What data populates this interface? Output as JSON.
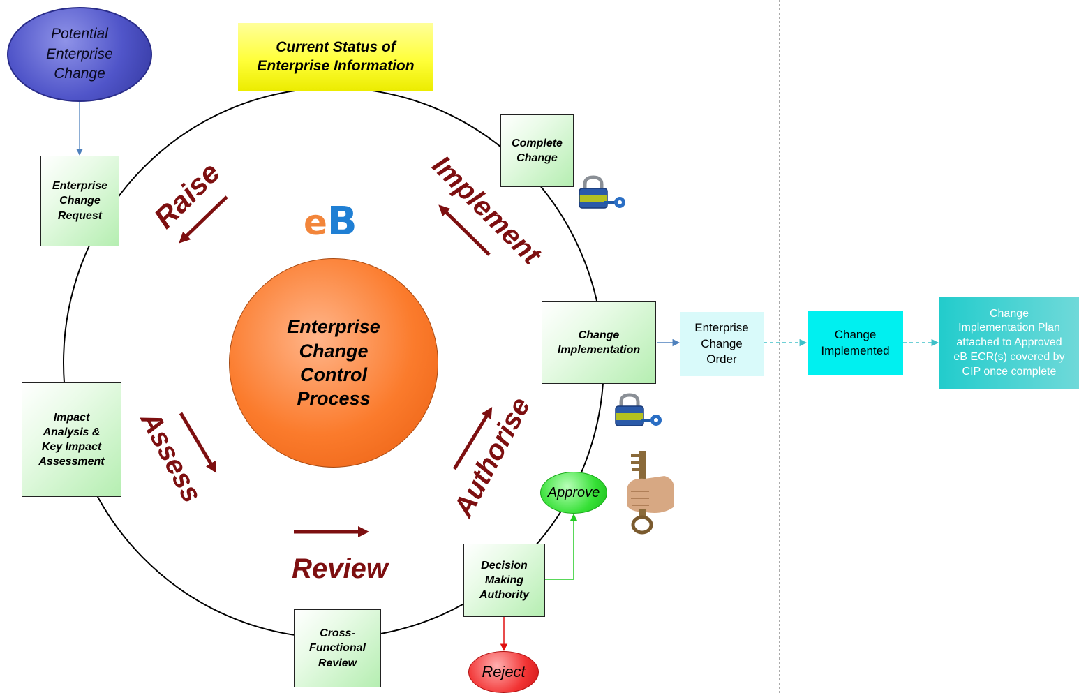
{
  "status_box": {
    "line1": "Current Status of",
    "line2": "Enterprise Information"
  },
  "potential_change": {
    "line1": "Potential",
    "line2": "Enterprise",
    "line3": "Change"
  },
  "center": {
    "line1": "Enterprise",
    "line2": "Change",
    "line3": "Control",
    "line4": "Process"
  },
  "logo": {
    "e": "e",
    "b": "B"
  },
  "stages": {
    "raise": "Raise",
    "assess": "Assess",
    "review": "Review",
    "authorise": "Authorise",
    "implement": "Implement"
  },
  "steps": {
    "ecr": {
      "line1": "Enterprise",
      "line2": "Change",
      "line3": "Request"
    },
    "impact": {
      "line1": "Impact",
      "line2": "Analysis &",
      "line3": "Key Impact",
      "line4": "Assessment"
    },
    "cross": {
      "line1": "Cross-",
      "line2": "Functional",
      "line3": "Review"
    },
    "decision": {
      "line1": "Decision",
      "line2": "Making",
      "line3": "Authority"
    },
    "implementation": {
      "line1": "Change",
      "line2": "Implementation"
    },
    "complete": {
      "line1": "Complete",
      "line2": "Change"
    }
  },
  "outcomes": {
    "approve": "Approve",
    "reject": "Reject"
  },
  "flow": {
    "eco": {
      "line1": "Enterprise",
      "line2": "Change",
      "line3": "Order"
    },
    "implemented": {
      "line1": "Change",
      "line2": "Implemented"
    },
    "cip": {
      "line1": "Change",
      "line2": "Implementation Plan",
      "line3": "attached to Approved",
      "line4": "eB ECR(s) covered by",
      "line5": "CIP once complete"
    }
  },
  "icons": [
    "padlock-key-icon",
    "padlock-key-icon",
    "hand-holding-key-icon",
    "eb-logo-icon"
  ],
  "colors": {
    "stage_text": "#7d0f10",
    "stage_arrow": "#7d0f10",
    "connector_blue": "#4f81bd",
    "connector_green": "#22cc22",
    "connector_red": "#e01010",
    "dashed_teal": "#3fc0c8",
    "center_orange": "#f47d2e",
    "status_yellow": "#ffff33",
    "step_green": "#ccf5c9"
  }
}
